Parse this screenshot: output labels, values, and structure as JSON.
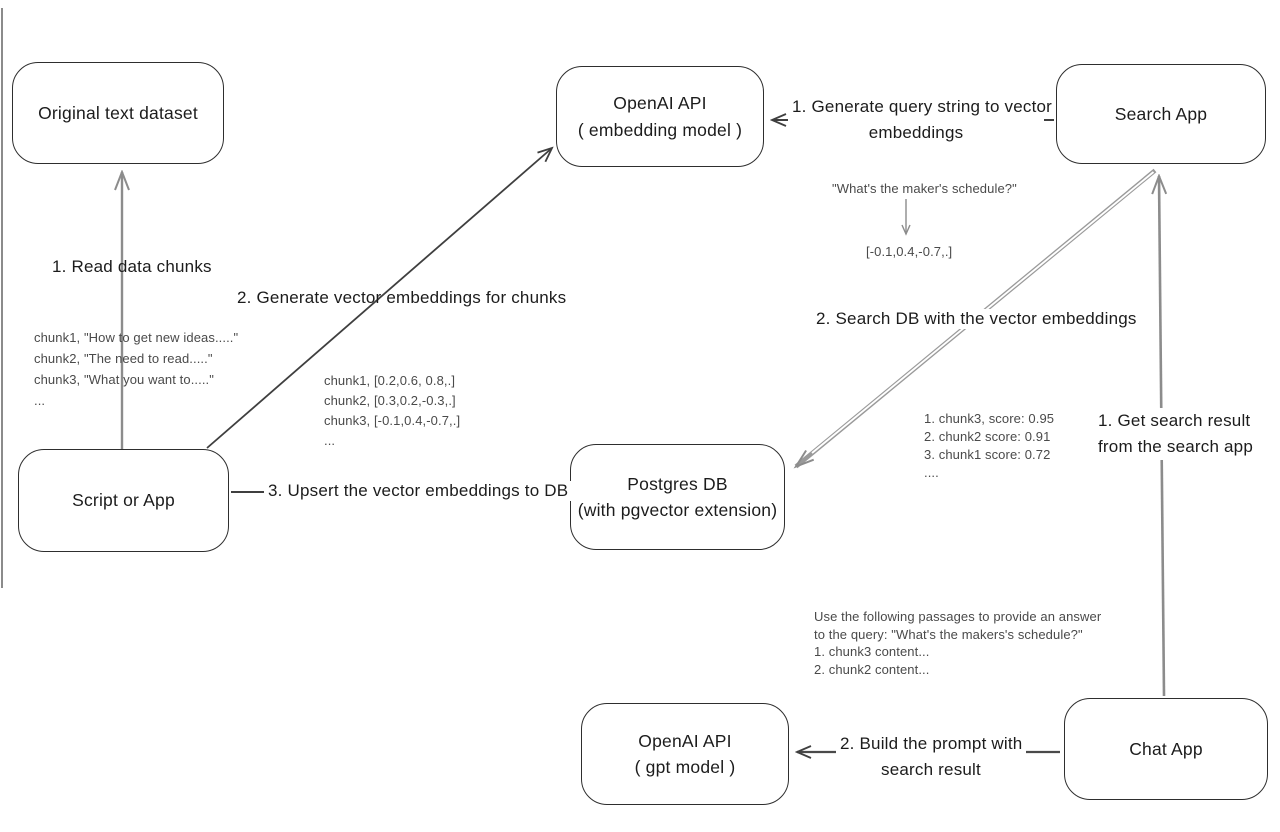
{
  "nodes": {
    "original_dataset": {
      "label": "Original text dataset"
    },
    "openai_embedding": {
      "line1": "OpenAI API",
      "line2": "( embedding model )"
    },
    "search_app": {
      "label": "Search App"
    },
    "script_app": {
      "label": "Script or App"
    },
    "postgres_db": {
      "line1": "Postgres DB",
      "line2": "(with pgvector extension)"
    },
    "openai_gpt": {
      "line1": "OpenAI API",
      "line2": "( gpt model )"
    },
    "chat_app": {
      "label": "Chat App"
    }
  },
  "edge_labels": {
    "read_chunks": "1. Read data chunks",
    "generate_embeddings": "2. Generate vector embeddings for chunks",
    "upsert": "3. Upsert the vector embeddings to DB",
    "generate_query_line1": "1. Generate query string to vector",
    "generate_query_line2": "embeddings",
    "search_db": "2. Search DB with the vector embeddings",
    "get_result_line1": "1. Get search result",
    "get_result_line2": "from the search app",
    "build_prompt_line1": "2. Build the prompt with",
    "build_prompt_line2": "search result"
  },
  "annotations": {
    "chunk_texts": [
      "chunk1, \"How to get new ideas.....\"",
      "chunk2, \"The need to read.....\"",
      "chunk3, \"What you want to.....\"",
      "..."
    ],
    "chunk_vectors": [
      "chunk1, [0.2,0.6, 0.8,.]",
      "chunk2, [0.3,0.2,-0.3,.]",
      "chunk3, [-0.1,0.4,-0.7,.]",
      "..."
    ],
    "query_text": "\"What's the maker's schedule?\"",
    "query_vector": "[-0.1,0.4,-0.7,.]",
    "search_scores": [
      "1. chunk3, score: 0.95",
      "2. chunk2 score: 0.91",
      "3. chunk1 score: 0.72",
      "...."
    ],
    "prompt_lines": [
      "Use the following passages to provide an answer",
      "to the query: \"What's the makers's schedule?\"",
      "1. chunk3 content...",
      "2. chunk2 content..."
    ]
  },
  "colors": {
    "ink": "#2e2e2e",
    "dark_arrow": "#3f3f3f",
    "gray_arrow": "#8c8c8c",
    "annotation_text": "#4a4a4a",
    "background": "#ffffff"
  }
}
